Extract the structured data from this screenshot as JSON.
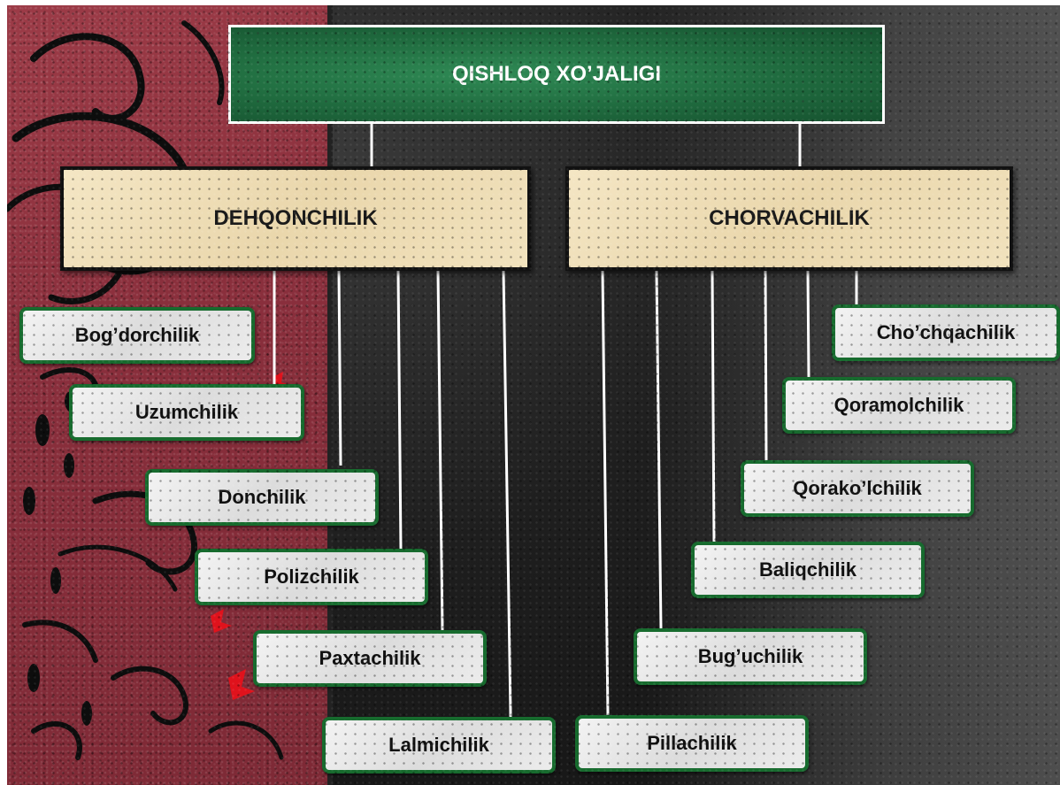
{
  "root": {
    "label": "QISHLOQ XO’JALIGI"
  },
  "categories": [
    {
      "label": "DEHQONCHILIK"
    },
    {
      "label": "CHORVACHILIK"
    }
  ],
  "dehqonchilik_items": [
    {
      "label": "Bog’dorchilik"
    },
    {
      "label": "Uzumchilik"
    },
    {
      "label": "Donchilik"
    },
    {
      "label": "Polizchilik"
    },
    {
      "label": "Paxtachilik"
    },
    {
      "label": "Lalmichilik"
    }
  ],
  "chorvachilik_items": [
    {
      "label": "Cho’chqachilik"
    },
    {
      "label": "Qoramolchilik"
    },
    {
      "label": "Qorako’lchilik"
    },
    {
      "label": "Baliqchilik"
    },
    {
      "label": "Bug’uchilik"
    },
    {
      "label": "Pillachilik"
    }
  ],
  "colors": {
    "root_fill": "#1f6a3e",
    "category_fill": "#efdfb8",
    "leaf_border": "#176b2e",
    "connector": "#ffffff",
    "side_panel": "#8a2f3c"
  }
}
